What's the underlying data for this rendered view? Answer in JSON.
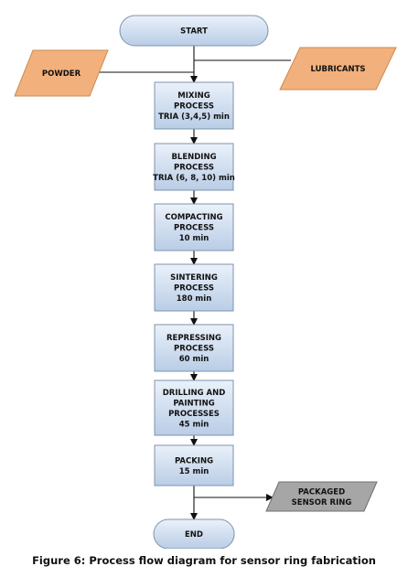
{
  "colors": {
    "box_fill_top": "#eaf1fa",
    "box_fill_bottom": "#b9cde6",
    "box_stroke": "#7f93ad",
    "input_fill": "#f2b07c",
    "input_stroke": "#c98b52",
    "output_fill": "#a6a6a6",
    "output_stroke": "#6f6f6f",
    "line": "#111111"
  },
  "nodes": [
    {
      "id": "start",
      "name": "start-terminal",
      "lines": [
        "START"
      ]
    },
    {
      "id": "powder",
      "name": "powder-input",
      "lines": [
        "POWDER"
      ]
    },
    {
      "id": "lubricants",
      "name": "lubricants-input",
      "lines": [
        "LUBRICANTS"
      ]
    },
    {
      "id": "mixing",
      "name": "mixing-process-box",
      "lines": [
        "MIXING",
        "PROCESS",
        "TRIA (3,4,5) min"
      ]
    },
    {
      "id": "blending",
      "name": "blending-process-box",
      "lines": [
        "BLENDING",
        "PROCESS",
        "TRIA (6, 8, 10) min"
      ]
    },
    {
      "id": "compacting",
      "name": "compacting-process-box",
      "lines": [
        "COMPACTING",
        "PROCESS",
        "10 min"
      ]
    },
    {
      "id": "sintering",
      "name": "sintering-process-box",
      "lines": [
        "SINTERING",
        "PROCESS",
        "180 min"
      ]
    },
    {
      "id": "repressing",
      "name": "repressing-process-box",
      "lines": [
        "REPRESSING",
        "PROCESS",
        "60 min"
      ]
    },
    {
      "id": "drilling",
      "name": "drilling-painting-process-box",
      "lines": [
        "DRILLING AND",
        "PAINTING",
        "PROCESSES",
        "45 min"
      ]
    },
    {
      "id": "packing",
      "name": "packing-process-box",
      "lines": [
        "PACKING",
        "15 min"
      ]
    },
    {
      "id": "packaged",
      "name": "packaged-sensor-ring-output",
      "lines": [
        "PACKAGED",
        "SENSOR RING"
      ]
    },
    {
      "id": "end",
      "name": "end-terminal",
      "lines": [
        "END"
      ]
    }
  ],
  "caption": "Figure 6: Process flow diagram for sensor ring fabrication"
}
